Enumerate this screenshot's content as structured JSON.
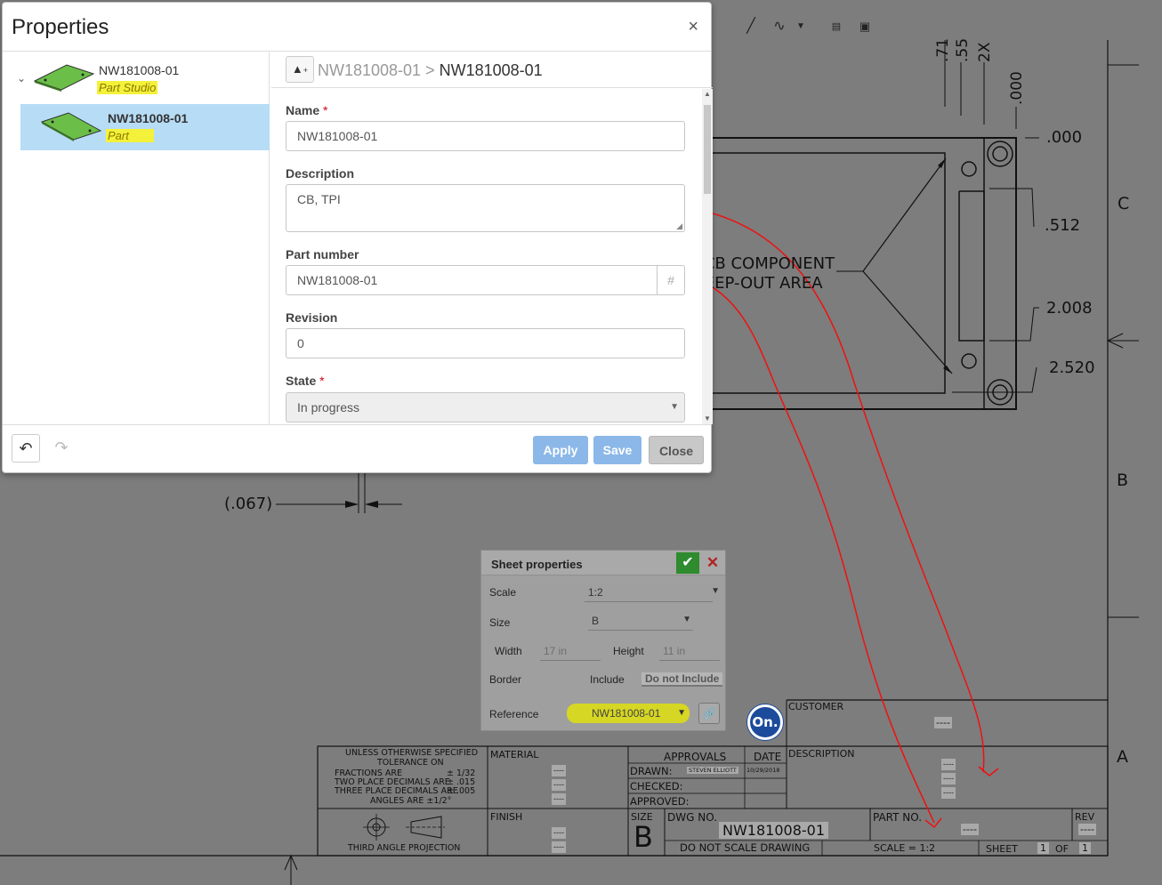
{
  "dialog": {
    "title": "Properties",
    "close_glyph": "×",
    "tree": [
      {
        "name": "NW181008-01",
        "type": "Part Studio"
      },
      {
        "name": "NW181008-01",
        "type": "Part"
      }
    ],
    "breadcrumb": {
      "parent": "NW181008-01",
      "separator": ">",
      "current": "NW181008-01"
    },
    "fields": {
      "name_label": "Name",
      "name_value": "NW181008-01",
      "description_label": "Description",
      "description_value": "CB, TPI",
      "part_number_label": "Part number",
      "part_number_value": "NW181008-01",
      "revision_label": "Revision",
      "revision_value": "0",
      "state_label": "State",
      "state_value": "In progress",
      "required_mark": "*"
    },
    "buttons": {
      "apply": "Apply",
      "save": "Save",
      "close": "Close"
    }
  },
  "sheet_properties": {
    "title": "Sheet properties",
    "scale_label": "Scale",
    "scale_value": "1:2",
    "size_label": "Size",
    "size_value": "B",
    "width_label": "Width",
    "width_value": "17 in",
    "height_label": "Height",
    "height_value": "11 in",
    "border_label": "Border",
    "border_include": "Include",
    "border_not_include": "Do not Include",
    "reference_label": "Reference",
    "reference_value": "NW181008-01"
  },
  "drawing": {
    "dims": [
      ".71",
      ".55",
      "2X",
      ".000",
      ".000",
      ".512",
      "2.008",
      "2.520",
      "(.067)"
    ],
    "zone_labels": [
      "C",
      "B",
      "A"
    ],
    "note_line1": "PCB COMPONENT",
    "note_line2": "KEEP-OUT AREA",
    "title_block": {
      "tolerance_lines": [
        "UNLESS OTHERWISE SPECIFIED",
        "TOLERANCE ON",
        "FRACTIONS ARE",
        "± 1/32",
        "TWO PLACE DECIMALS ARE",
        "± .015",
        "THREE PLACE DECIMALS ARE",
        "± .005",
        "ANGLES ARE ±1/2°"
      ],
      "projection": "THIRD ANGLE PROJECTION",
      "material": "MATERIAL",
      "finish": "FINISH",
      "approvals": "APPROVALS",
      "date": "DATE",
      "drawn": "DRAWN:",
      "drawn_by": "STEVEN ELLIOTT",
      "drawn_date": "10/29/2018",
      "checked": "CHECKED:",
      "approved": "APPROVED:",
      "customer": "CUSTOMER",
      "description": "DESCRIPTION",
      "size": "SIZE",
      "size_value": "B",
      "dwg_no": "DWG NO.",
      "dwg_value": "NW181008-01",
      "part_no": "PART NO.",
      "rev": "REV",
      "do_not_scale": "DO NOT SCALE DRAWING",
      "scale_text": "SCALE = 1:2",
      "sheet": "SHEET",
      "sheet_num": "1",
      "of": "OF",
      "sheet_total": "1",
      "placeholder": "----",
      "logo": "On."
    }
  }
}
